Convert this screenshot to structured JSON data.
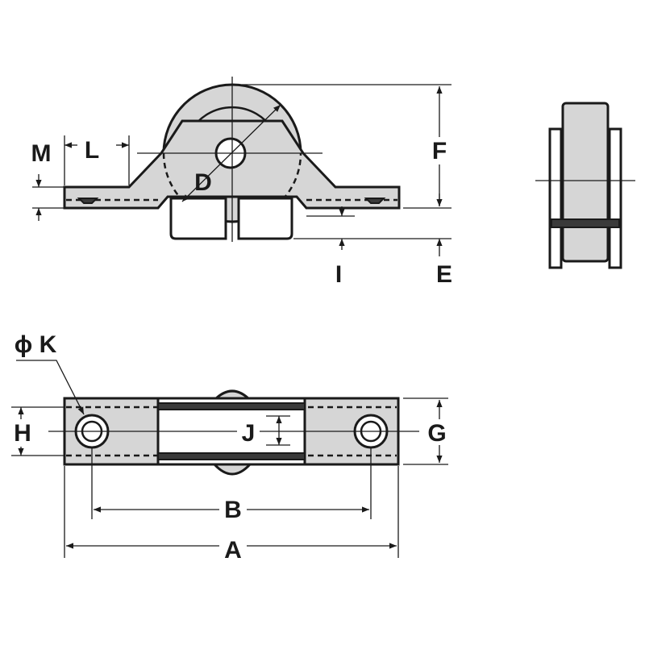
{
  "labels": {
    "M": "M",
    "L": "L",
    "D": "D",
    "F": "F",
    "I": "I",
    "E": "E",
    "K": "ϕ K",
    "H": "H",
    "J": "J",
    "G": "G",
    "B": "B",
    "A": "A"
  },
  "colors": {
    "line": "#1a1a1a",
    "part_fill": "#d6d6d6",
    "dark_fill": "#3a3a3a",
    "background": "#ffffff"
  }
}
